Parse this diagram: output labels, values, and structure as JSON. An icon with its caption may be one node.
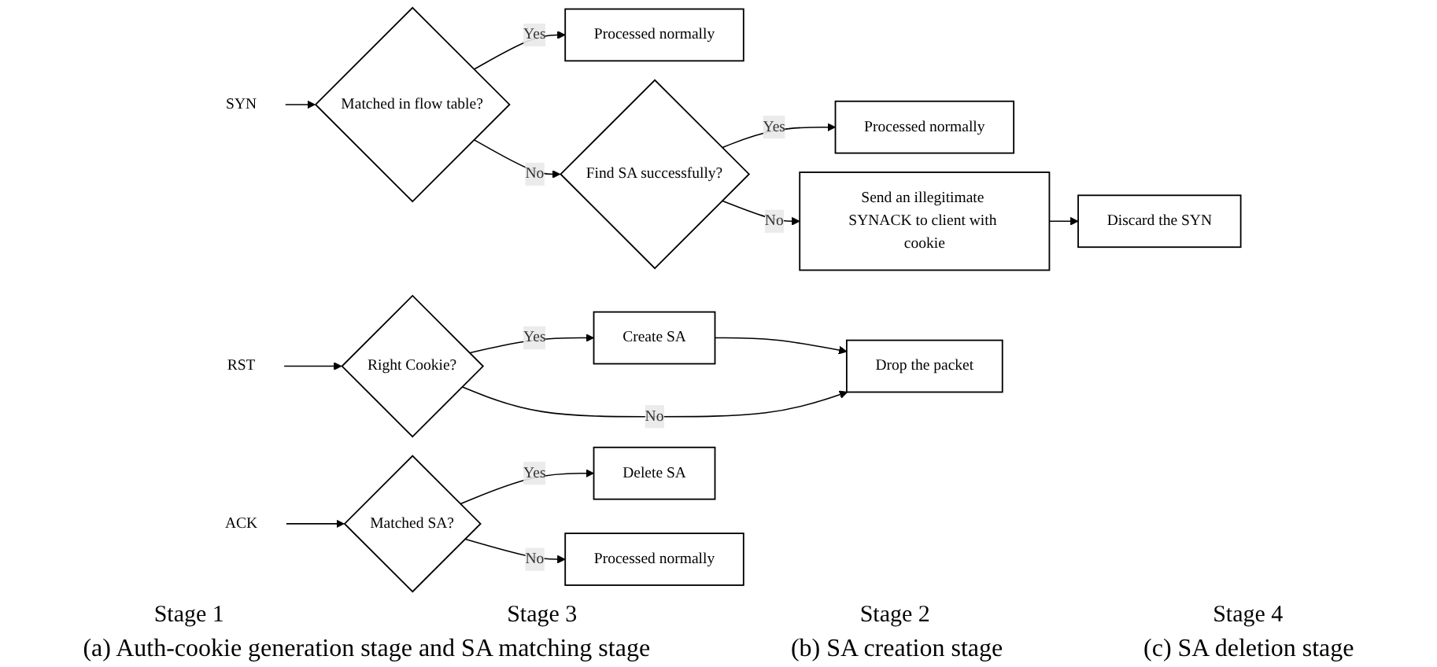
{
  "diagram": {
    "nodes": [
      {
        "text": [
          "SYN"
        ]
      },
      {
        "text": [
          "Matched in flow table?"
        ]
      },
      {
        "text": [
          "Processed normally"
        ]
      },
      {
        "text": [
          "Find SA successfully?"
        ]
      },
      {
        "text": [
          "Processed normally"
        ]
      },
      {
        "text": [
          "Send an illegitimate SYNACK to client with cookie"
        ]
      },
      {
        "text": [
          "Discard the SYN"
        ]
      },
      {
        "text": [
          "RST"
        ]
      },
      {
        "text": [
          "Right Cookie?"
        ]
      },
      {
        "text": [
          "Create SA"
        ]
      },
      {
        "text": [
          "Drop the packet"
        ]
      },
      {
        "text": [
          "ACK"
        ]
      },
      {
        "text": [
          "Matched SA?"
        ]
      },
      {
        "text": [
          "Delete SA"
        ]
      },
      {
        "text": [
          "Processed normally"
        ]
      }
    ],
    "edges": [
      {
        "from": 0,
        "to": 1,
        "arrow": "to"
      },
      {
        "from": 1,
        "to": 2,
        "label": "Yes",
        "arrow": "to"
      },
      {
        "from": 1,
        "to": 3,
        "label": "No",
        "arrow": "to"
      },
      {
        "from": 3,
        "to": 4,
        "label": "Yes",
        "arrow": "to"
      },
      {
        "from": 3,
        "to": 5,
        "label": "No",
        "arrow": "to"
      },
      {
        "from": 5,
        "to": 6,
        "arrow": "to"
      },
      {
        "from": 7,
        "to": 8,
        "arrow": "to"
      },
      {
        "from": 8,
        "to": 9,
        "label": "Yes",
        "arrow": "to"
      },
      {
        "from": 8,
        "to": 10,
        "label": "No",
        "arrow": "to"
      },
      {
        "from": 9,
        "to": 10,
        "arrow": "to"
      },
      {
        "from": 11,
        "to": 12,
        "arrow": "to"
      },
      {
        "from": 12,
        "to": 13,
        "label": "Yes",
        "arrow": "to"
      },
      {
        "from": 12,
        "to": 14,
        "label": "No",
        "arrow": "to"
      }
    ],
    "labels": [
      "Stage 1",
      "Stage 3",
      "Stage 2",
      "Stage 4",
      "(a) Auth-cookie generation stage and SA matching stage",
      "(b) SA creation stage",
      "(c) SA deletion stage"
    ]
  }
}
